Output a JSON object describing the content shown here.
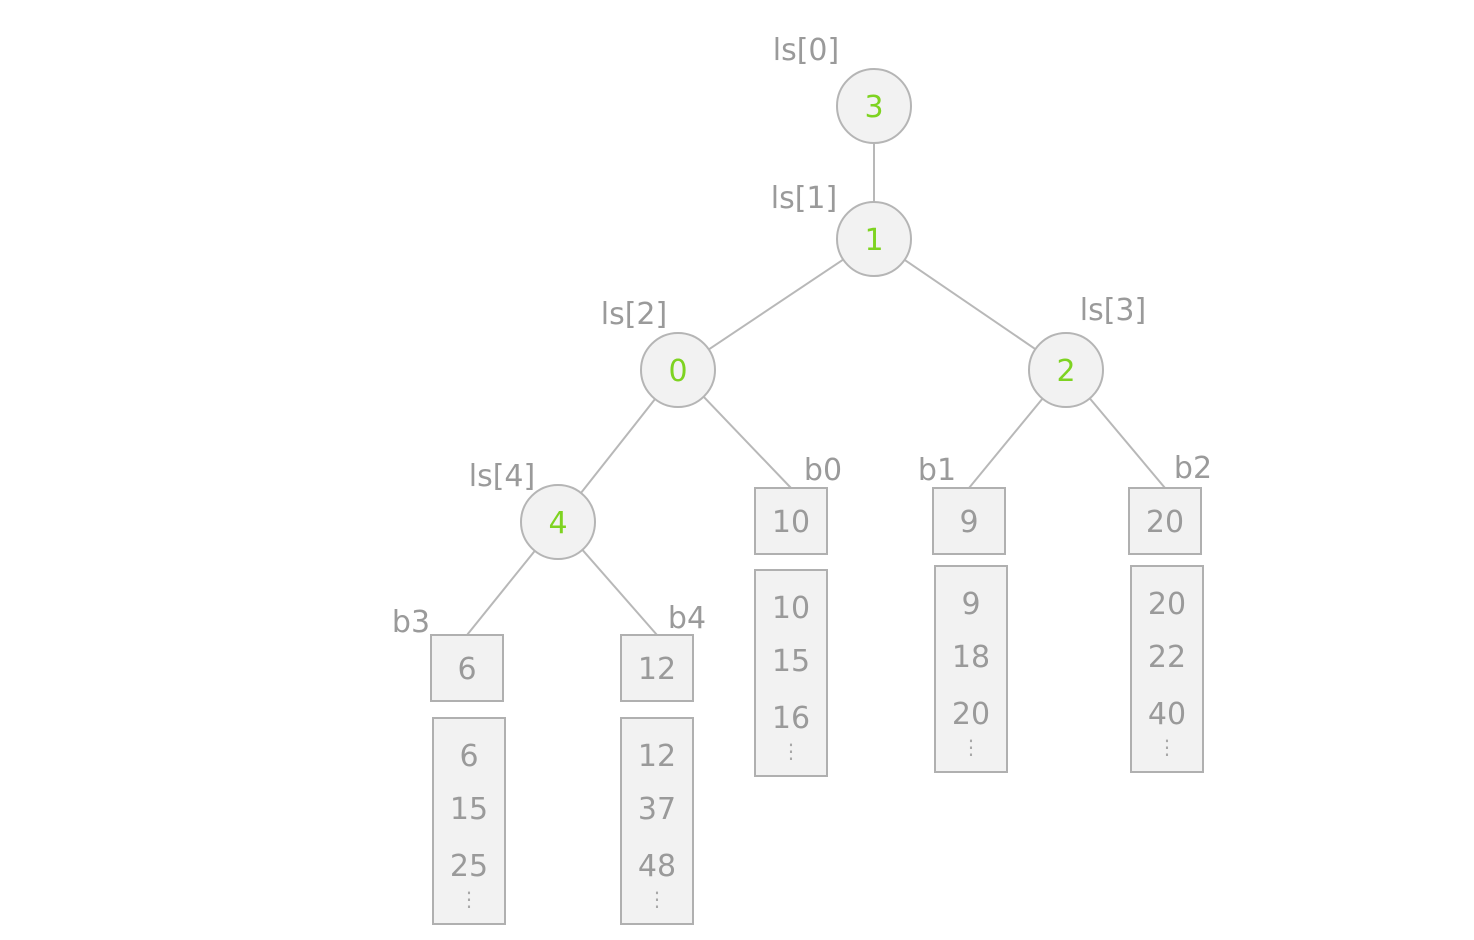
{
  "colors": {
    "node_value": "#7ed321",
    "highlight": "#f5a623",
    "text": "#9a9a9a",
    "stroke": "#b5b5b5",
    "fill": "#f2f2f2"
  },
  "tree": {
    "nodes": [
      {
        "id": "ls0",
        "label": "ls[0]",
        "value": "3"
      },
      {
        "id": "ls1",
        "label": "ls[1]",
        "value": "1"
      },
      {
        "id": "ls2",
        "label": "ls[2]",
        "value": "0"
      },
      {
        "id": "ls3",
        "label": "ls[3]",
        "value": "2"
      },
      {
        "id": "ls4",
        "label": "ls[4]",
        "value": "4"
      }
    ],
    "edges": [
      [
        "ls0",
        "ls1"
      ],
      [
        "ls1",
        "ls2"
      ],
      [
        "ls1",
        "ls3"
      ],
      [
        "ls2",
        "ls4"
      ],
      [
        "ls2",
        "b0"
      ],
      [
        "ls3",
        "b1"
      ],
      [
        "ls3",
        "b2"
      ],
      [
        "ls4",
        "b3"
      ],
      [
        "ls4",
        "b4"
      ]
    ]
  },
  "buffers": [
    {
      "id": "b0",
      "label": "b0",
      "value": "10",
      "list": [
        "10",
        "15",
        "16"
      ],
      "more": "⋮"
    },
    {
      "id": "b1",
      "label": "b1",
      "value": "9",
      "list": [
        "9",
        "18",
        "20"
      ],
      "more": "⋮"
    },
    {
      "id": "b2",
      "label": "b2",
      "value": "20",
      "list": [
        "20",
        "22",
        "40"
      ],
      "more": "⋮"
    },
    {
      "id": "b3",
      "label": "b3",
      "value": "6",
      "list": [
        "6",
        "15",
        "25"
      ],
      "more": "⋮"
    },
    {
      "id": "b4",
      "label": "b4",
      "value": "12",
      "list": [
        "12",
        "37",
        "48"
      ],
      "more": "⋮"
    }
  ]
}
